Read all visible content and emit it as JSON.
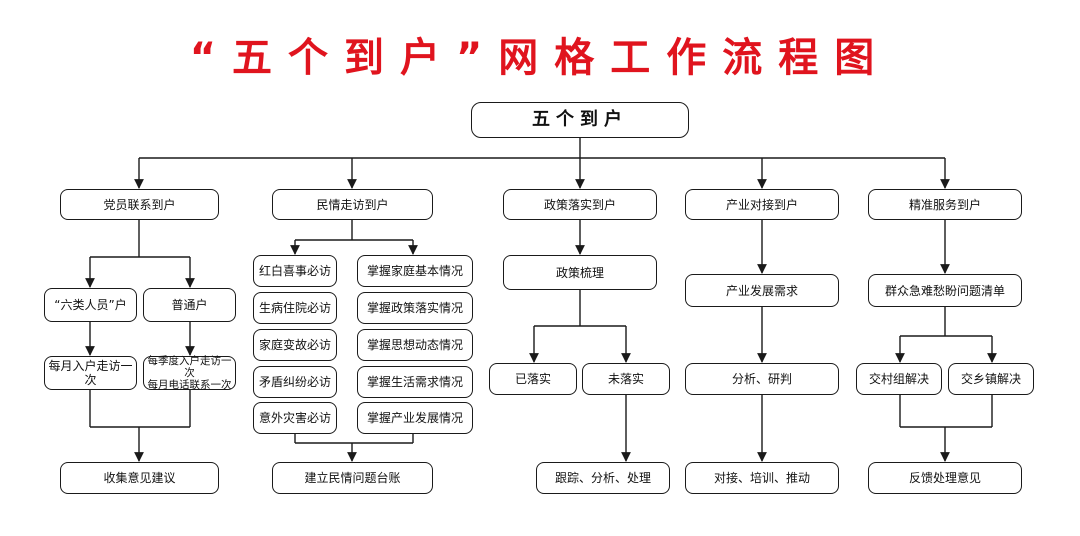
{
  "title": "“五个到户”网格工作流程图",
  "root": "五个到户",
  "columns": [
    {
      "header": "党员联系到户",
      "branches": [
        "“六类人员”户",
        "普通户"
      ],
      "branch_actions": [
        "每月入户走访一次",
        "每季度入户走访一次\n每月电话联系一次"
      ],
      "result": "收集意见建议"
    },
    {
      "header": "民情走访到户",
      "visits": [
        "红白喜事必访",
        "生病住院必访",
        "家庭变故必访",
        "矛盾纠纷必访",
        "意外灾害必访"
      ],
      "grasp": [
        "掌握家庭基本情况",
        "掌握政策落实情况",
        "掌握思想动态情况",
        "掌握生活需求情况",
        "掌握产业发展情况"
      ],
      "result": "建立民情问题台账"
    },
    {
      "header": "政策落实到户",
      "step": "政策梳理",
      "branches": [
        "已落实",
        "未落实"
      ],
      "result": "跟踪、分析、处理"
    },
    {
      "header": "产业对接到户",
      "step": "产业发展需求",
      "step2": "分析、研判",
      "result": "对接、培训、推动"
    },
    {
      "header": "精准服务到户",
      "step": "群众急难愁盼问题清单",
      "branches": [
        "交村组解决",
        "交乡镇解决"
      ],
      "result": "反馈处理意见"
    }
  ]
}
